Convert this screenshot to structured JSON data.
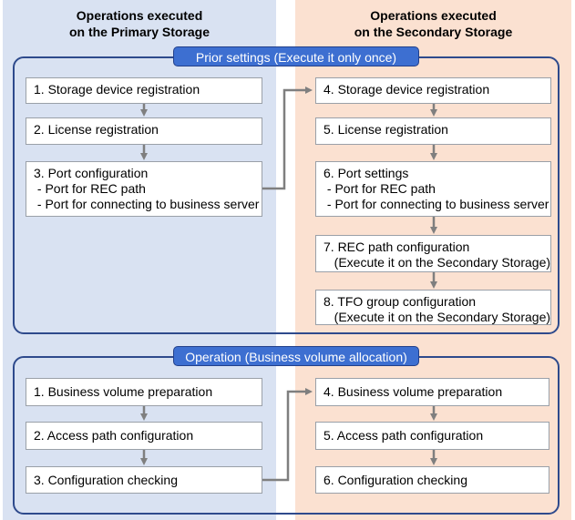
{
  "columns": {
    "primary": [
      "Operations executed",
      "on the Primary Storage"
    ],
    "secondary": [
      "Operations executed",
      "on the Secondary Storage"
    ]
  },
  "sections": {
    "prior": {
      "label": "Prior settings (Execute it only once)",
      "primary_steps": [
        [
          "1. Storage device registration"
        ],
        [
          "2. License registration"
        ],
        [
          "3. Port configuration",
          " - Port for REC path",
          " - Port for connecting to business server"
        ]
      ],
      "secondary_steps": [
        [
          "4. Storage device registration"
        ],
        [
          "5. License registration"
        ],
        [
          "6. Port settings",
          " - Port for REC path",
          " - Port for connecting to business server"
        ],
        [
          "7. REC path configuration",
          "   (Execute it on the Secondary Storage)"
        ],
        [
          "8. TFO group configuration",
          "   (Execute it on the Secondary Storage)"
        ]
      ]
    },
    "operation": {
      "label": "Operation (Business volume allocation)",
      "primary_steps": [
        [
          "1. Business volume preparation"
        ],
        [
          "2. Access path configuration"
        ],
        [
          "3. Configuration checking"
        ]
      ],
      "secondary_steps": [
        [
          "4. Business volume preparation"
        ],
        [
          "5. Access path configuration"
        ],
        [
          "6. Configuration checking"
        ]
      ]
    }
  },
  "colors": {
    "primary_bg": "#d9e2f2",
    "secondary_bg": "#fbe1d1",
    "section_border": "#2e4a8c",
    "label_bg": "#3d6fd1",
    "arrow": "#7f7f7f"
  }
}
